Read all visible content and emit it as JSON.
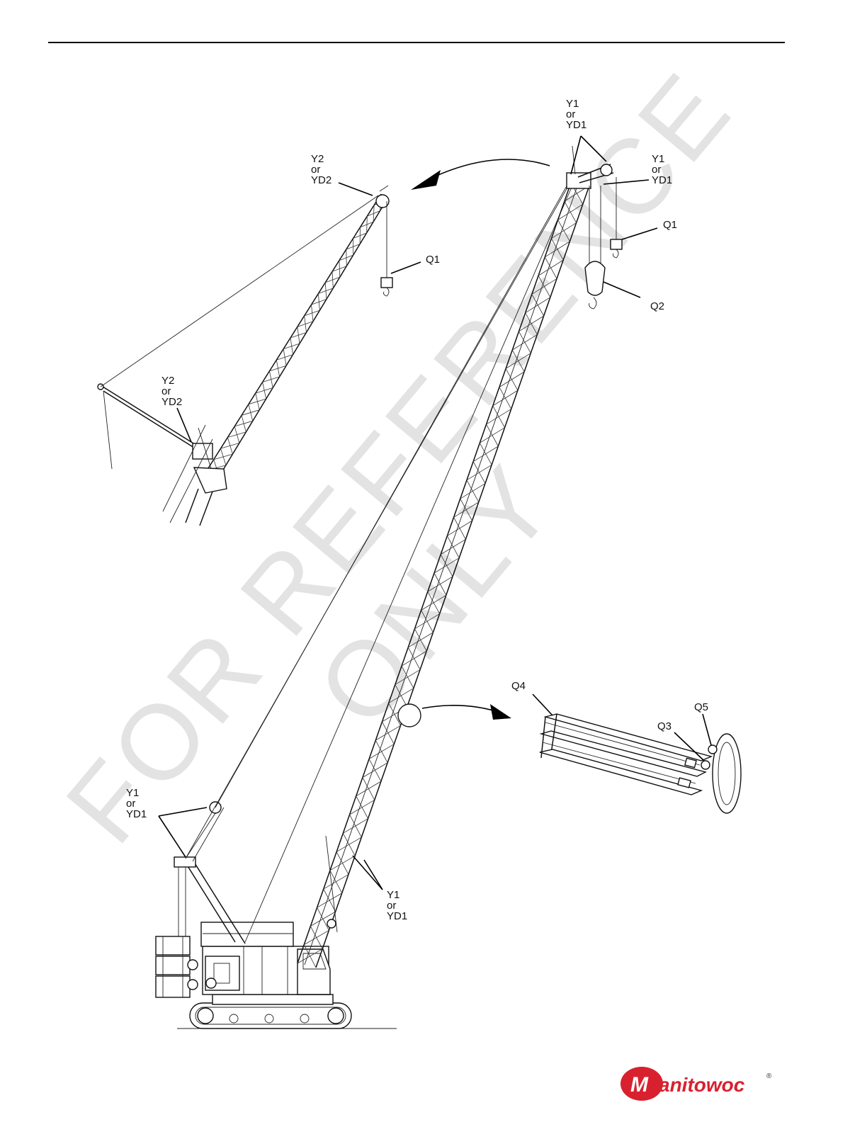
{
  "watermark": {
    "line1": "FOR REFERENCE",
    "line2": "ONLY"
  },
  "callouts": {
    "y1_top": [
      "Y1",
      "or",
      "YD1"
    ],
    "y1_right": [
      "Y1",
      "or",
      "YD1"
    ],
    "y2_top": [
      "Y2",
      "or",
      "YD2"
    ],
    "y2_mid": [
      "Y2",
      "or",
      "YD2"
    ],
    "y1_left": [
      "Y1",
      "or",
      "YD1"
    ],
    "y1_bottom": [
      "Y1",
      "or",
      "YD1"
    ],
    "q1_left": "Q1",
    "q1_right": "Q1",
    "q2": "Q2",
    "q3": "Q3",
    "q4": "Q4",
    "q5": "Q5"
  },
  "logo": {
    "text": "Manitowoc",
    "registered": "®",
    "brand_color": "#d8212f"
  }
}
